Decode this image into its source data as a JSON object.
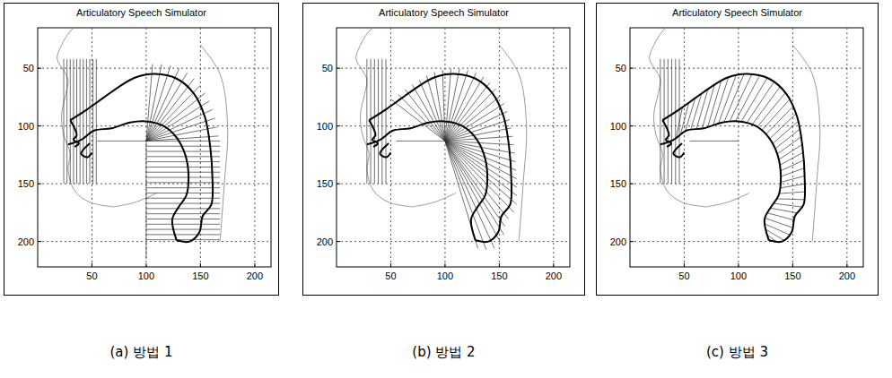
{
  "diagram": {
    "nodes": [
      {
        "text": [
          "Articulatory Speech Simulator"
        ]
      },
      {
        "text": [
          "Articulatory Speech Simulator"
        ]
      },
      {
        "text": [
          "Articulatory Speech Simulator"
        ]
      }
    ],
    "labels": [
      "50",
      "100",
      "150",
      "200",
      "50",
      "100",
      "150",
      "200",
      "50",
      "100",
      "150",
      "200",
      "50",
      "100",
      "150",
      "200",
      "50",
      "100",
      "150",
      "200",
      "50",
      "100",
      "150",
      "200",
      "(a) 방법 1",
      "(b) 방법 2",
      "(c) 방법 3"
    ]
  }
}
